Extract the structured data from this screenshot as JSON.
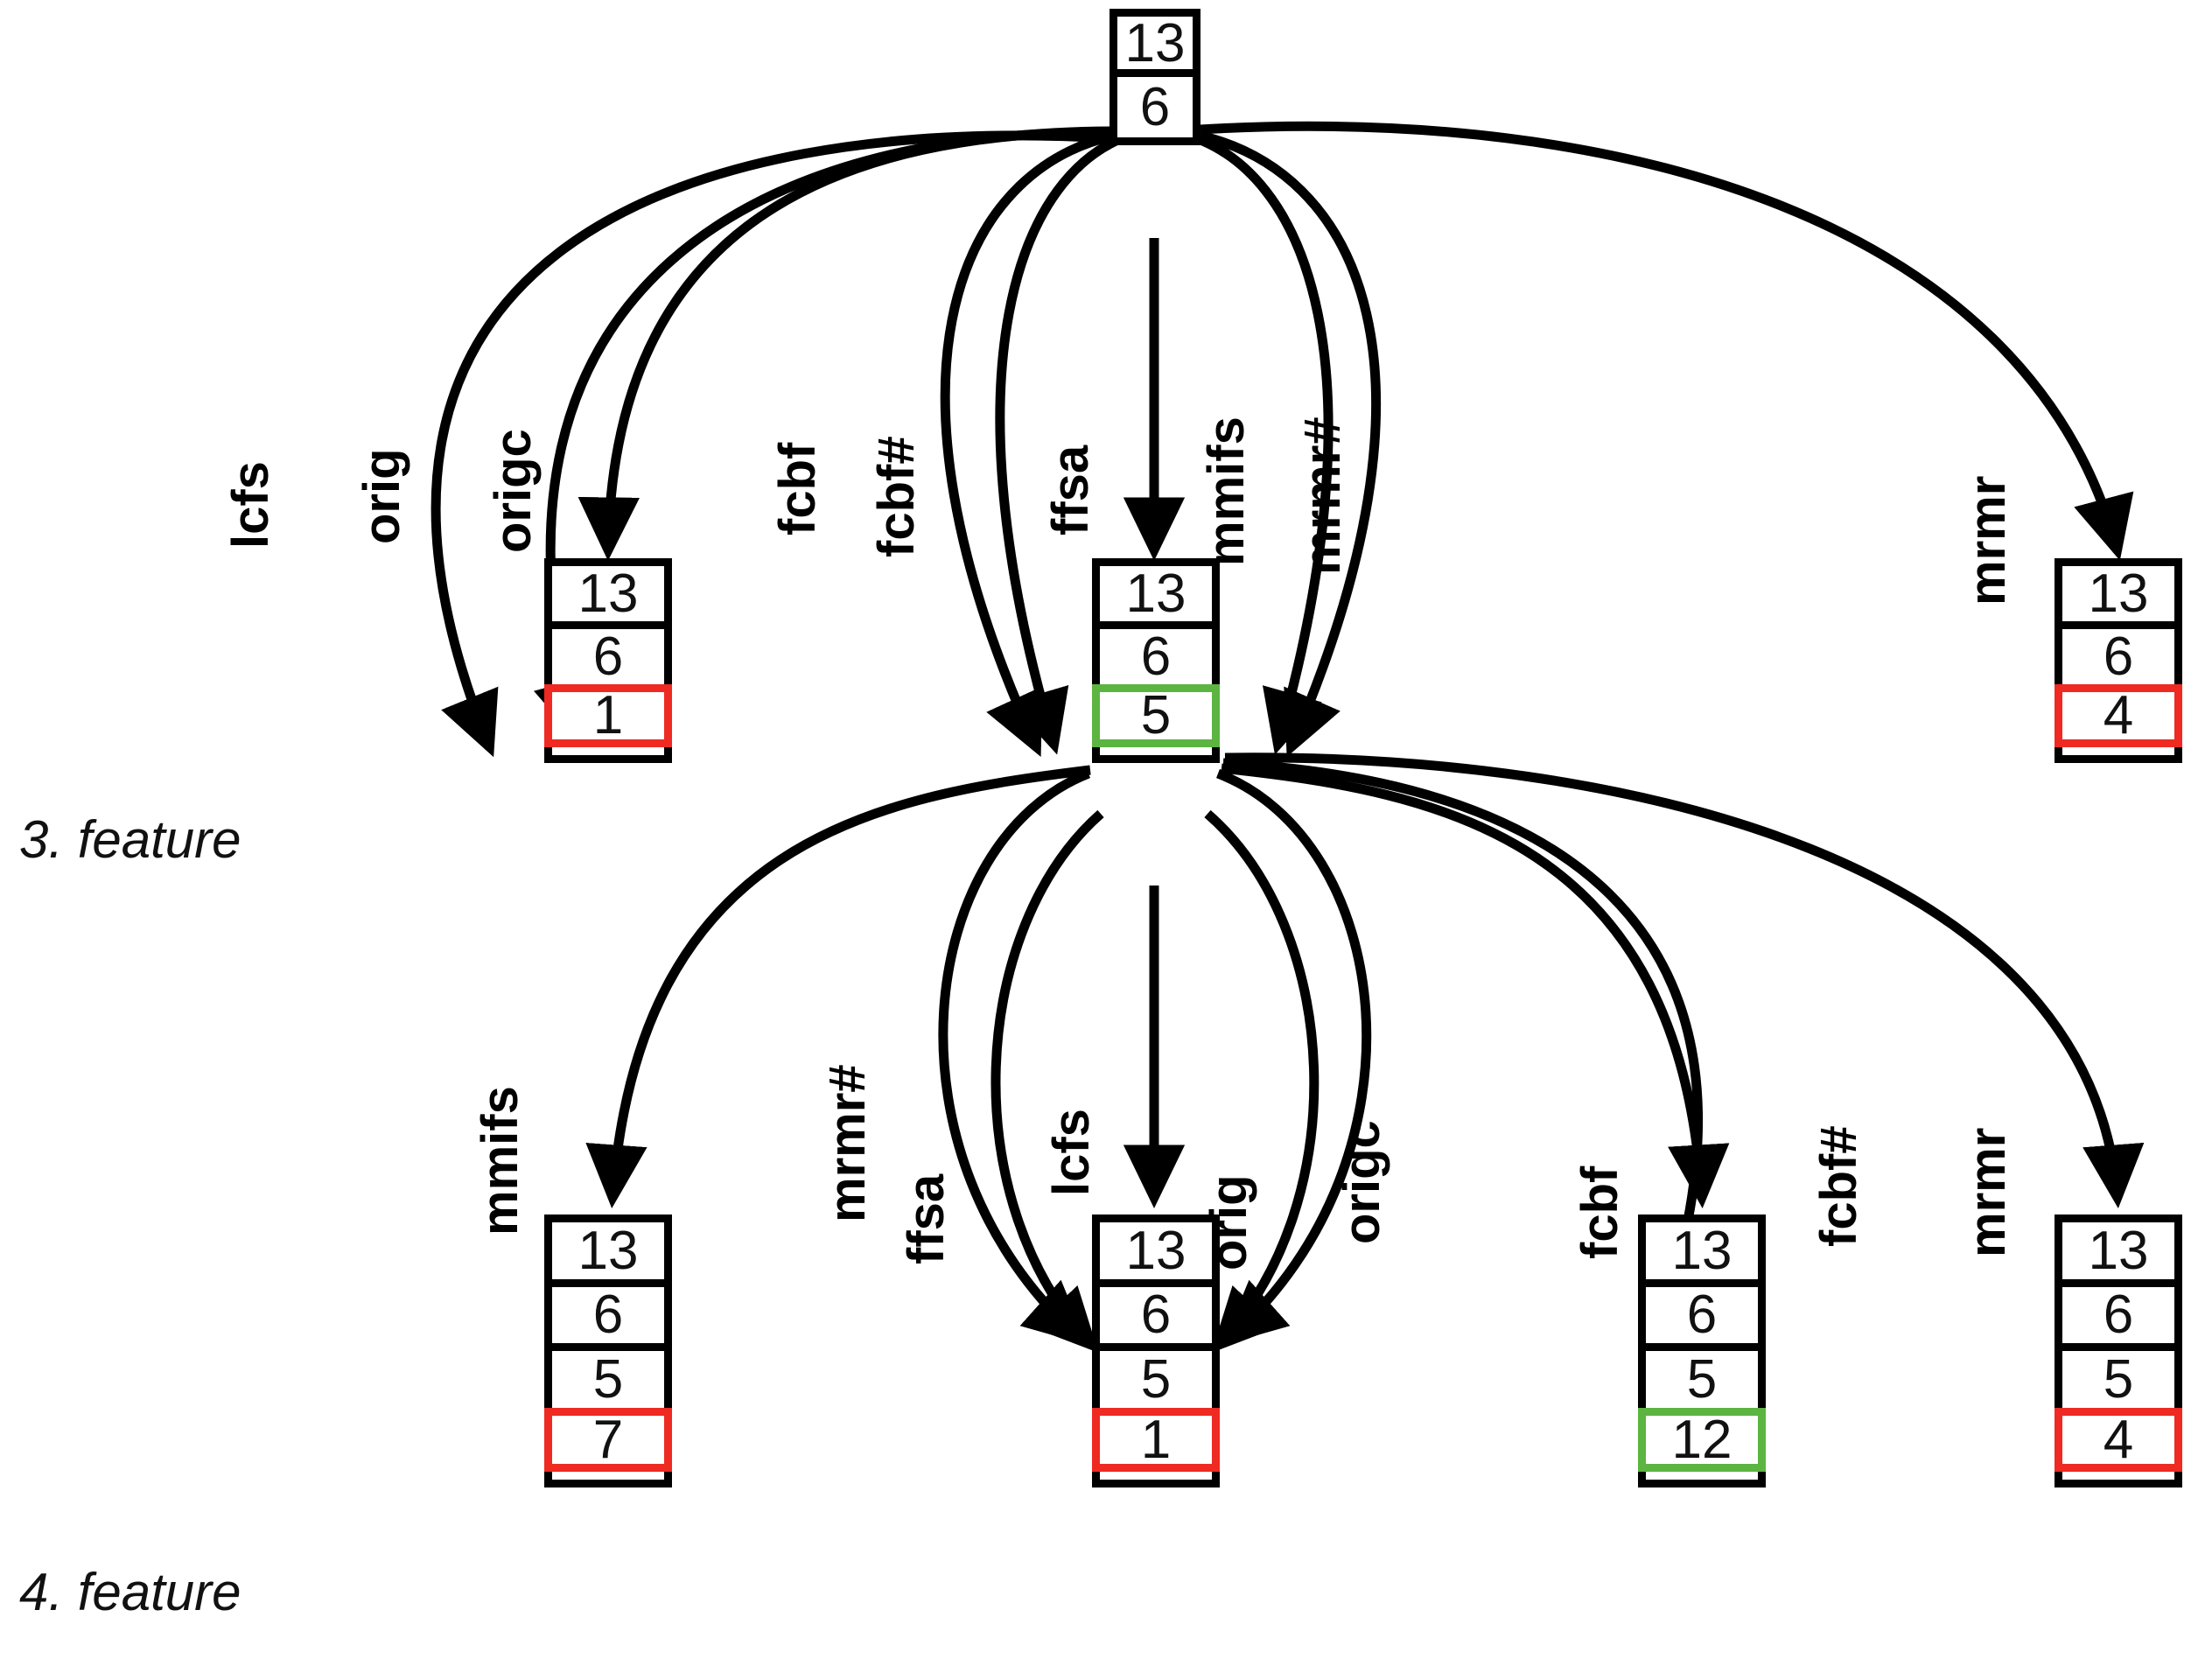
{
  "diagram": {
    "type": "feature-selection-search-tree",
    "colors": {
      "highlight_red": "#ee2a22",
      "highlight_green": "#5cb441",
      "edge": "#000000",
      "node_border": "#000000",
      "background": "#ffffff"
    },
    "row_labels": [
      {
        "id": "row-3",
        "text": "3. feature"
      },
      {
        "id": "row-4",
        "text": "4. feature"
      }
    ],
    "nodes": [
      {
        "id": "root",
        "cells": [
          "13",
          "6"
        ],
        "highlight": null,
        "highlight_index": null
      },
      {
        "id": "l3-a",
        "cells": [
          "13",
          "6",
          "1"
        ],
        "highlight": "red",
        "highlight_index": 2
      },
      {
        "id": "l3-b",
        "cells": [
          "13",
          "6",
          "5"
        ],
        "highlight": "green",
        "highlight_index": 2
      },
      {
        "id": "l3-c",
        "cells": [
          "13",
          "6",
          "4"
        ],
        "highlight": "red",
        "highlight_index": 2
      },
      {
        "id": "l4-a",
        "cells": [
          "13",
          "6",
          "5",
          "7"
        ],
        "highlight": "red",
        "highlight_index": 3
      },
      {
        "id": "l4-b",
        "cells": [
          "13",
          "6",
          "5",
          "1"
        ],
        "highlight": "red",
        "highlight_index": 3
      },
      {
        "id": "l4-c",
        "cells": [
          "13",
          "6",
          "5",
          "12"
        ],
        "highlight": "green",
        "highlight_index": 3
      },
      {
        "id": "l4-d",
        "cells": [
          "13",
          "6",
          "5",
          "4"
        ],
        "highlight": "red",
        "highlight_index": 3
      }
    ],
    "edge_labels_upper": [
      {
        "id": "lcfs-u",
        "text": "lcfs",
        "from": "root",
        "to": "l3-a"
      },
      {
        "id": "orig-u",
        "text": "orig",
        "from": "root",
        "to": "l3-a"
      },
      {
        "id": "origc-u",
        "text": "origc",
        "from": "root",
        "to": "l3-a"
      },
      {
        "id": "fcbf-u",
        "text": "fcbf",
        "from": "root",
        "to": "l3-b"
      },
      {
        "id": "fcbfh-u",
        "text": "fcbf#",
        "from": "root",
        "to": "l3-b"
      },
      {
        "id": "ffsa-u",
        "text": "ffsa",
        "from": "root",
        "to": "l3-b"
      },
      {
        "id": "mmifs-u",
        "text": "mmifs",
        "from": "root",
        "to": "l3-b"
      },
      {
        "id": "mrmrh-u",
        "text": "mrmr#",
        "from": "root",
        "to": "l3-b"
      },
      {
        "id": "mrmr-u",
        "text": "mrmr",
        "from": "root",
        "to": "l3-c"
      }
    ],
    "edge_labels_lower": [
      {
        "id": "mmifs-l",
        "text": "mmifs",
        "from": "l3-b",
        "to": "l4-a"
      },
      {
        "id": "mrmrh-l",
        "text": "mrmr#",
        "from": "l3-b",
        "to": "l4-b"
      },
      {
        "id": "ffsa-l",
        "text": "ffsa",
        "from": "l3-b",
        "to": "l4-b"
      },
      {
        "id": "lcfs-l",
        "text": "lcfs",
        "from": "l3-b",
        "to": "l4-b"
      },
      {
        "id": "orig-l",
        "text": "orig",
        "from": "l3-b",
        "to": "l4-b"
      },
      {
        "id": "origc-l",
        "text": "origc",
        "from": "l3-b",
        "to": "l4-b"
      },
      {
        "id": "fcbf-l",
        "text": "fcbf",
        "from": "l3-b",
        "to": "l4-c"
      },
      {
        "id": "fcbfh-l",
        "text": "fcbf#",
        "from": "l3-b",
        "to": "l4-c"
      },
      {
        "id": "mrmr-l",
        "text": "mrmr",
        "from": "l3-b",
        "to": "l4-d"
      }
    ]
  }
}
